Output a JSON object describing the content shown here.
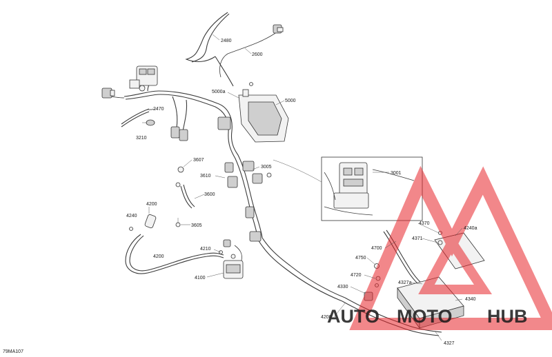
{
  "diagram": {
    "figure_code": "79MA107",
    "part_labels": {
      "p2480": "2480",
      "p2600": "2600",
      "p2470": "2470",
      "p3210": "3210",
      "p5000a": "5000a",
      "p5000": "5000",
      "p3607": "3607",
      "p3610": "3610",
      "p3005": "3005",
      "p3001": "3001",
      "p3600": "3600",
      "p3605": "3605",
      "p4200a": "4200",
      "p4240": "4240",
      "p4200b": "4200",
      "p4210": "4210",
      "p4100": "4100",
      "p4370": "4370",
      "p4371": "4371",
      "p4240a": "4240a",
      "p4700": "4700",
      "p4750": "4750",
      "p4720": "4720",
      "p4327a": "4327a",
      "p4330": "4330",
      "p4340": "4340",
      "p4200c": "4200",
      "p4327": "4327"
    }
  },
  "watermark": {
    "part1": "AUTO",
    "part2": "MOTO",
    "part3": "HUB",
    "color_red": "#e8262b",
    "color_yellow": "#f5b800",
    "color_gray": "#6d6d6d"
  }
}
